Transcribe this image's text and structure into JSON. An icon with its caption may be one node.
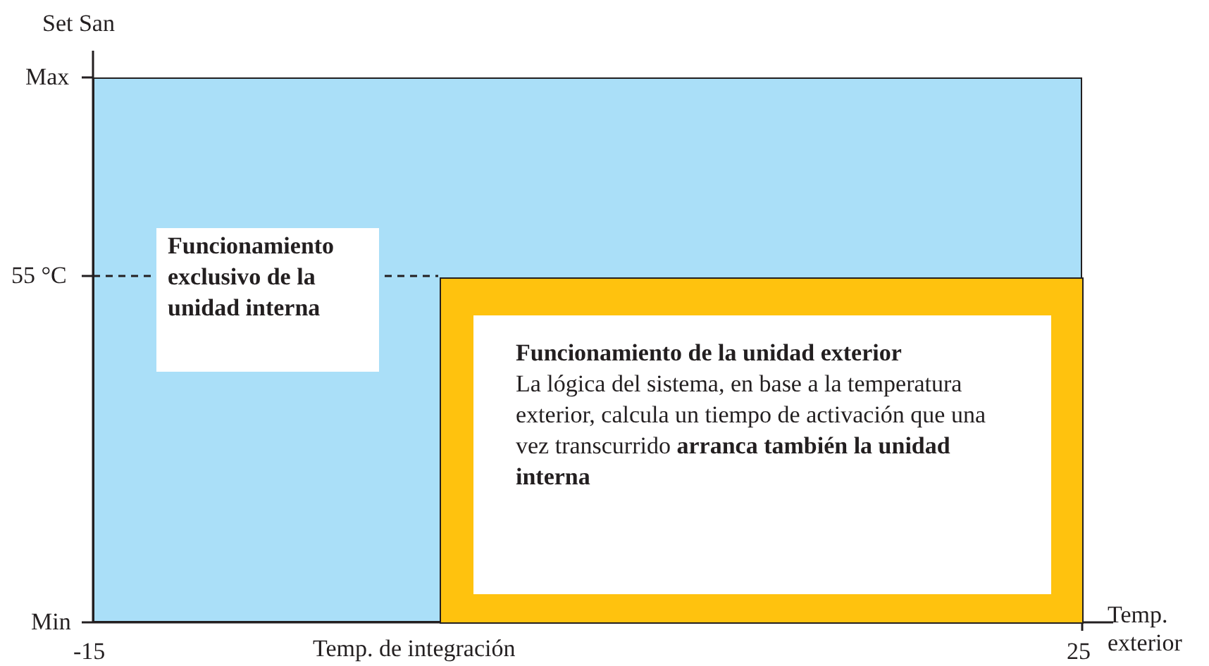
{
  "diagram": {
    "nodes": [
      {
        "text": [],
        "shape": "box"
      },
      {
        "text": [
          "Funcionamiento exclusivo de la unidad interna"
        ],
        "in": 0
      },
      {
        "text": [],
        "shape": "box",
        "in": 0
      },
      {
        "text": [
          "Funcionamiento de la unidad exterior",
          "La lógica del sistema, en base a la temperatura exterior, calcula un tiempo de activación que una vez transcurrido **arranca también la unidad interna**"
        ],
        "in": 2
      }
    ],
    "edges": [],
    "labels": [
      "Set San",
      "Max",
      "55 °C",
      "Min",
      "-15",
      "Temp. de integración",
      "25",
      "Temp. exterior"
    ]
  }
}
